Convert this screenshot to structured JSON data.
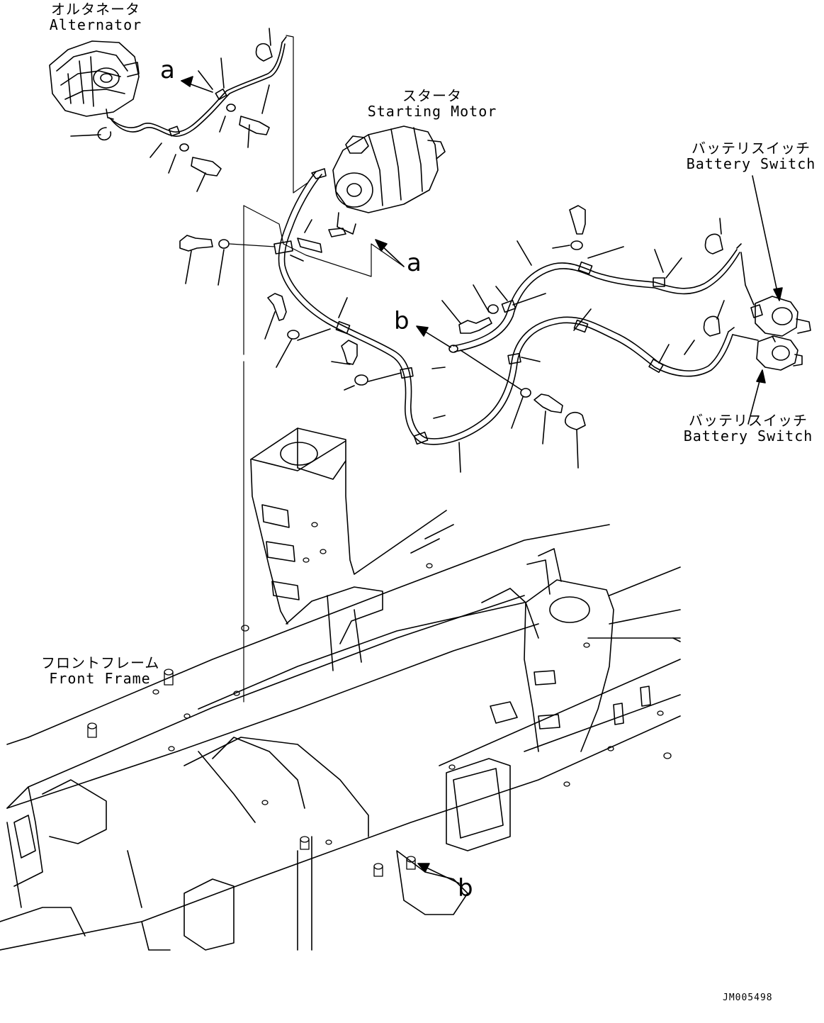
{
  "labels": {
    "alternator": {
      "jp": "オルタネータ",
      "en": "Alternator"
    },
    "starting_motor": {
      "jp": "スタータ",
      "en": "Starting Motor"
    },
    "battery_switch_upper": {
      "jp": "バッテリスイッチ",
      "en": "Battery Switch"
    },
    "battery_switch_lower": {
      "jp": "バッテリスイッチ",
      "en": "Battery Switch"
    },
    "front_frame": {
      "jp": "フロントフレーム",
      "en": "Front Frame"
    }
  },
  "callouts": {
    "a_top": "a",
    "a_mid": "a",
    "b_mid": "b",
    "b_low": "b"
  },
  "drawing_code": "JM005498"
}
